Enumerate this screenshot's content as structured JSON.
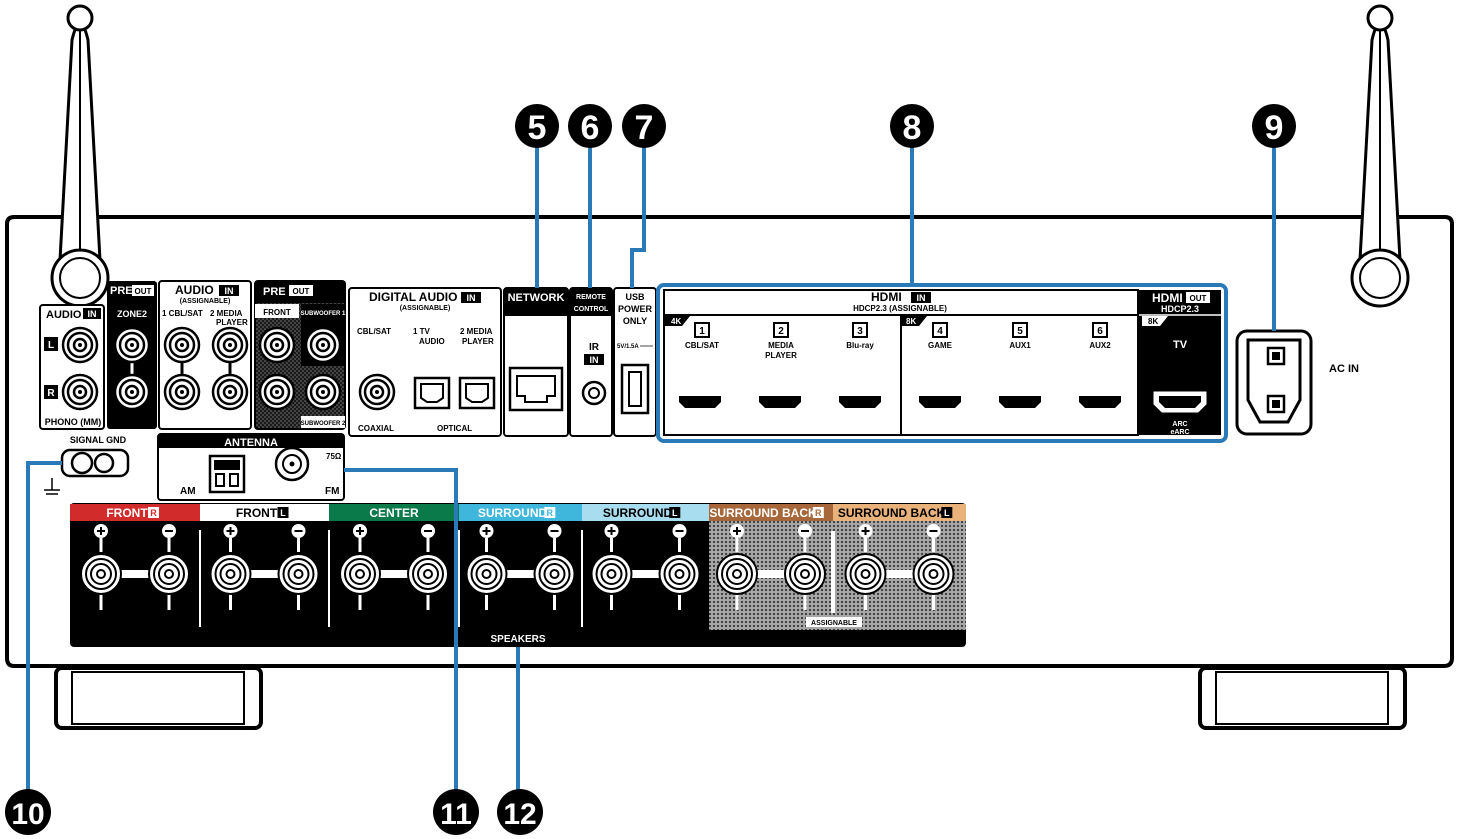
{
  "callouts": [
    {
      "id": "5",
      "label": "5"
    },
    {
      "id": "6",
      "label": "6"
    },
    {
      "id": "7",
      "label": "7"
    },
    {
      "id": "8",
      "label": "8"
    },
    {
      "id": "9",
      "label": "9"
    },
    {
      "id": "10",
      "label": "10"
    },
    {
      "id": "11",
      "label": "11"
    },
    {
      "id": "12",
      "label": "12"
    }
  ],
  "panel": {
    "audio_in": {
      "title": "AUDIO",
      "badge": "IN",
      "left": "L",
      "right": "R",
      "bottom": "PHONO (MM)"
    },
    "pre_out_zone2": {
      "title": "PRE",
      "badge": "OUT",
      "sub": "ZONE2"
    },
    "audio_in_assignable": {
      "title": "AUDIO",
      "badge": "IN",
      "sub": "(ASSIGNABLE)",
      "ch1": "1 CBL/SAT",
      "ch2": "2  MEDIA",
      "ch2b": "PLAYER"
    },
    "pre_out_front": {
      "title": "PRE",
      "badge": "OUT",
      "front": "FRONT",
      "sub1": "SUBWOOFER 1",
      "sub2": "SUBWOOFER 2"
    },
    "digital_audio": {
      "title": "DIGITAL AUDIO",
      "badge": "IN",
      "sub": "(ASSIGNABLE)",
      "cblsat": "CBL/SAT",
      "tv1": "1   TV",
      "tv2": "AUDIO",
      "mp1": "2 MEDIA",
      "mp2": "PLAYER",
      "coaxial": "COAXIAL",
      "optical": "OPTICAL"
    },
    "network": {
      "title": "NETWORK"
    },
    "remote": {
      "title1": "REMOTE",
      "title2": "CONTROL",
      "ir": "IR",
      "badge": "IN"
    },
    "usb": {
      "l1": "USB",
      "l2": "POWER",
      "l3": "ONLY",
      "rating": "5V/1.5A ═══"
    },
    "hdmi_in": {
      "title": "HDMI",
      "badge": "IN",
      "sub": "HDCP2.3  (ASSIGNABLE)",
      "tag4k": "4K",
      "tag8k": "8K",
      "inputs": [
        {
          "num": "1",
          "name": "CBL/SAT",
          "name2": ""
        },
        {
          "num": "2",
          "name": "MEDIA",
          "name2": "PLAYER"
        },
        {
          "num": "3",
          "name": "Blu-ray",
          "name2": ""
        },
        {
          "num": "4",
          "name": "GAME",
          "name2": ""
        },
        {
          "num": "5",
          "name": "AUX1",
          "name2": ""
        },
        {
          "num": "6",
          "name": "AUX2",
          "name2": ""
        }
      ]
    },
    "hdmi_out": {
      "title": "HDMI",
      "badge": "OUT",
      "sub": "HDCP2.3",
      "tag": "8K",
      "tv": "TV",
      "arc": "ARC",
      "earc": "eARC"
    },
    "ac_in": {
      "label": "AC IN"
    },
    "signal_gnd": {
      "label": "SIGNAL GND"
    },
    "antenna": {
      "title": "ANTENNA",
      "am": "AM",
      "fm": "FM",
      "ohm": "75Ω"
    },
    "speakers": {
      "label": "SPEAKERS",
      "assignable": "ASSIGNABLE",
      "channels": [
        {
          "name": "FRONT",
          "side": "R",
          "color": "#d22b2b"
        },
        {
          "name": "FRONT",
          "side": "L",
          "color": "#ffffff"
        },
        {
          "name": "CENTER",
          "side": "",
          "color": "#0a7a4a"
        },
        {
          "name": "SURROUND",
          "side": "R",
          "color": "#3fb6dc"
        },
        {
          "name": "SURROUND",
          "side": "L",
          "color": "#a8dcef"
        },
        {
          "name": "SURROUND BACK",
          "side": "R",
          "color": "#a8673a"
        },
        {
          "name": "SURROUND BACK",
          "side": "L",
          "color": "#e8b27a"
        }
      ]
    }
  },
  "colors": {
    "callout_line": "#2a7ab8",
    "callout_bg": "#000000"
  }
}
